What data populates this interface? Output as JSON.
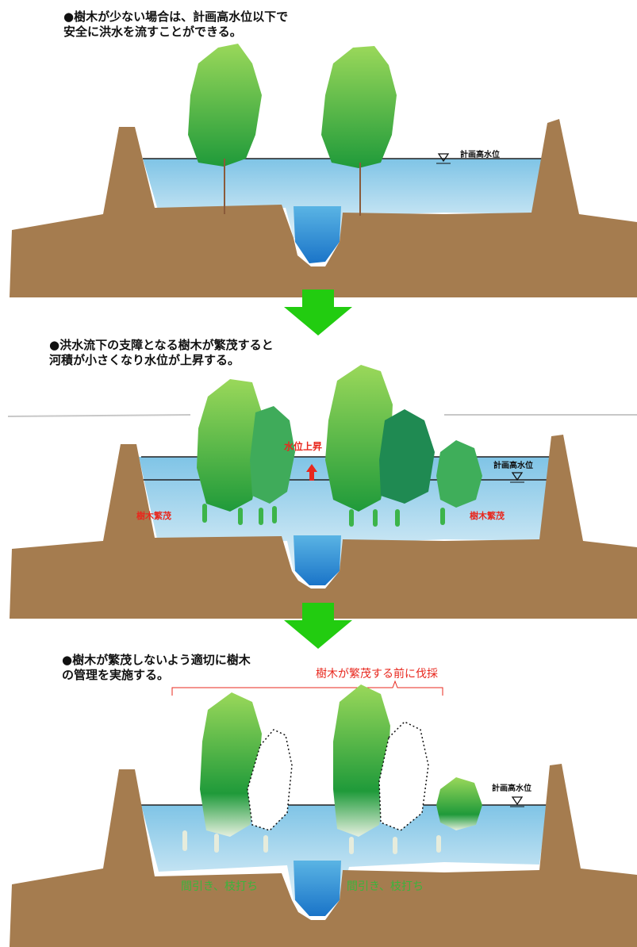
{
  "panels": [
    {
      "caption": "●樹木が少ない場合は、計画高水位以下で\n安全に洪水を流すことができる。",
      "water_level_label": "計画高水位"
    },
    {
      "caption": "●洪水流下の支障となる樹木が繁茂すると\n河積が小さくなり水位が上昇する。",
      "water_level_label": "計画高水位",
      "rise_label": "水位上昇",
      "overgrowth_label_left": "樹木繁茂",
      "overgrowth_label_right": "樹木繁茂"
    },
    {
      "caption": "●樹木が繁茂しないよう適切に樹木\nの管理を実施する。",
      "water_level_label": "計画高水位",
      "cut_label": "樹木が繁茂する前に伐採",
      "thinning_label_left": "間引き、枝打ち",
      "thinning_label_right": "間引き、枝打ち"
    }
  ],
  "colors": {
    "ground": "#a57c4f",
    "water_top": "#7fc4e6",
    "water_bottom": "#d9eef8",
    "tree_green": "#34b24a",
    "arrow_green": "#22cc10",
    "red": "#e8281e"
  }
}
